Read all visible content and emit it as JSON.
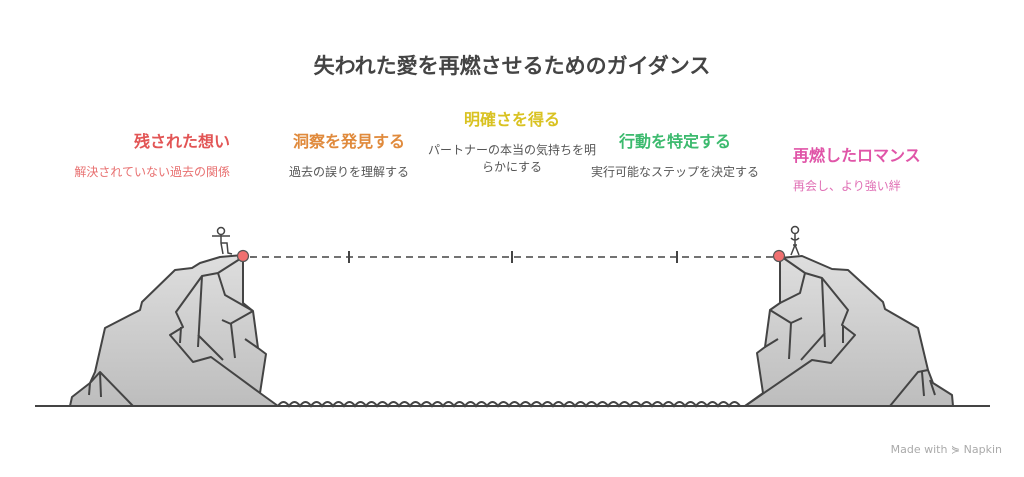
{
  "title": "失われた愛を再燃させるためのガイダンス",
  "steps": [
    {
      "heading": "残された想い",
      "desc": "解決されていない過去の関係",
      "color": "#e25555"
    },
    {
      "heading": "洞察を発見する",
      "desc": "過去の誤りを理解する",
      "color": "#e08a3c"
    },
    {
      "heading": "明確さを得る",
      "desc": "パートナーの本当の気持ちを明らかにする",
      "color": "#d9c221"
    },
    {
      "heading": "行動を特定する",
      "desc": "実行可能なステップを決定する",
      "color": "#3cba6e"
    },
    {
      "heading": "再燃したロマンス",
      "desc": "再会し、より強い絆",
      "color": "#e055a8"
    }
  ],
  "footer": "Made with ⋟ Napkin"
}
